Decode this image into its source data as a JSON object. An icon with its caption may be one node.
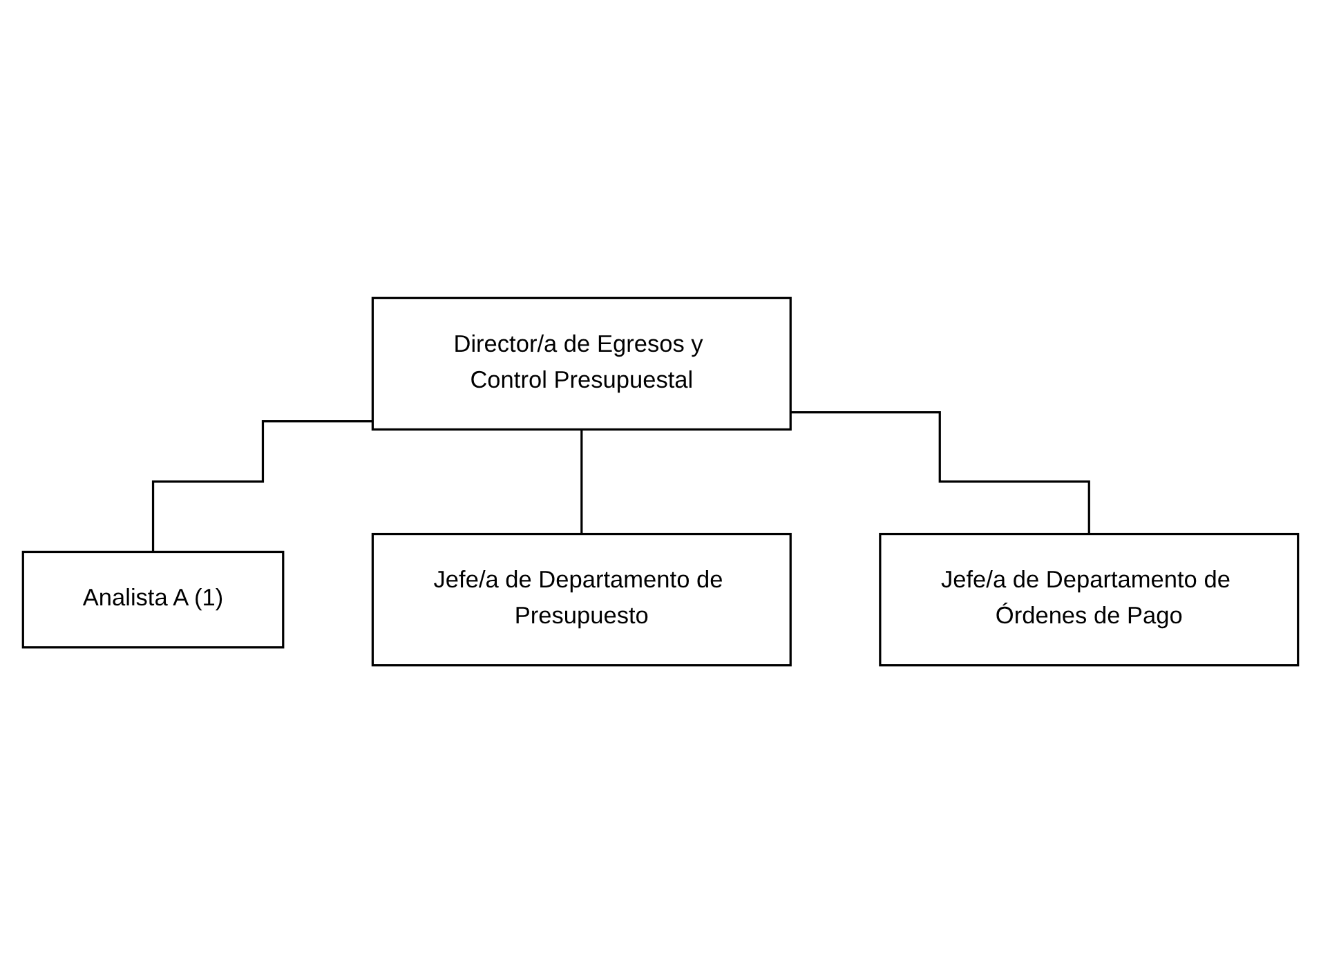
{
  "diagram": {
    "nodes": [
      {
        "text": [
          "Director/a de Egresos y Control Presupuestal"
        ]
      },
      {
        "text": [
          "Analista A (1)"
        ]
      },
      {
        "text": [
          "Jefe/a de Departamento de Presupuesto"
        ]
      },
      {
        "text": [
          "Jefe/a de Departamento de Órdenes de Pago"
        ]
      }
    ],
    "edges": [
      {
        "from": 0,
        "to": 1,
        "arrow": "none"
      },
      {
        "from": 0,
        "to": 2,
        "arrow": "none"
      },
      {
        "from": 0,
        "to": 3,
        "arrow": "none"
      }
    ]
  }
}
